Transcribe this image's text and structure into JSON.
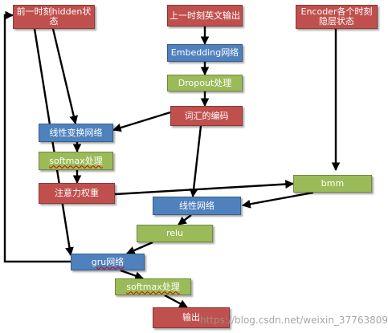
{
  "nodes": {
    "prev_hidden": "前一时刻hidden状态",
    "prev_output": "上一时刻英文输出",
    "encoder_states": "Encoder各个时刻隐层状态",
    "embedding": "Embedding网络",
    "dropout": "Dropout处理",
    "vocab_encoding": "词汇的编码",
    "linear_transform": "线性变换网络",
    "softmax_1": "softmax处理",
    "attention_weights": "注意力权重",
    "bmm": "bmm",
    "linear_net": "线性网络",
    "relu": "relu",
    "gru": "gru网络",
    "softmax_2": "softmax处理",
    "output": "输出"
  },
  "watermark": "https://blog.csdn.net/weixin_37763809",
  "colors": {
    "red": "#c0504d",
    "blue": "#4f81bd",
    "green": "#9bbb59",
    "arrow": "#000000"
  }
}
